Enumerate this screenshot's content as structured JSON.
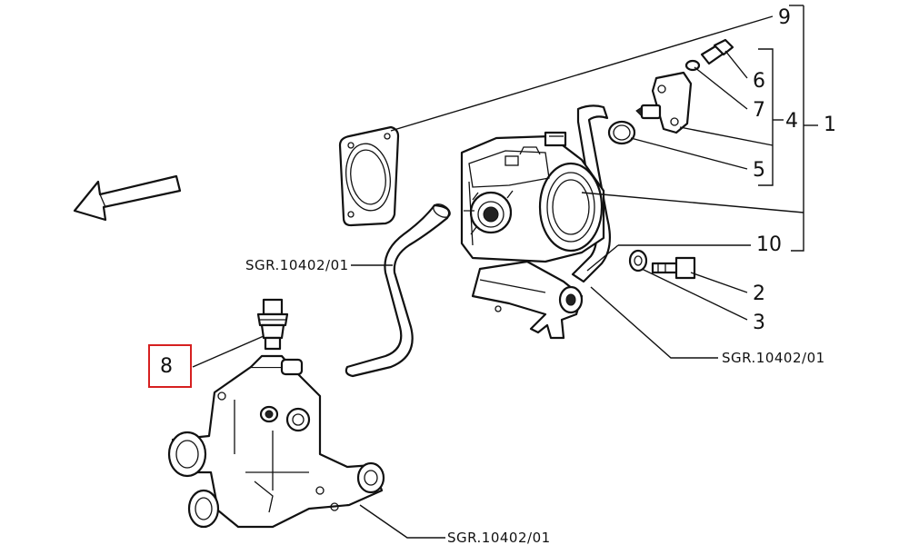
{
  "part_numbers": {
    "n1": "1",
    "n2": "2",
    "n3": "3",
    "n4": "4",
    "n5": "5",
    "n6": "6",
    "n7": "7",
    "n8": "8",
    "n9": "9",
    "n10": "10"
  },
  "references": {
    "ref_left": "SGR.10402/01",
    "ref_right": "SGR.10402/01",
    "ref_bottom": "SGR.10402/01"
  },
  "highlight": {
    "part": "8",
    "color": "#d62020"
  },
  "colors": {
    "line": "#111111",
    "background": "#ffffff"
  }
}
